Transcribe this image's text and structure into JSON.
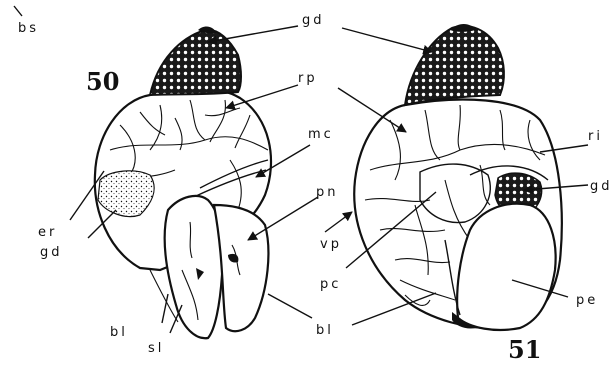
{
  "figure": {
    "numbers": {
      "left": "50",
      "right": "51"
    },
    "labels": {
      "bs": "bs",
      "gd_top": "gd",
      "rp": "rp",
      "mc": "mc",
      "er": "er",
      "gd_left": "gd",
      "pn": "pn",
      "vp": "vp",
      "bl_left": "bl",
      "sl": "sl",
      "bl_mid": "bl",
      "ri": "ri",
      "gd_right": "gd",
      "pc": "pc",
      "pe": "pe"
    }
  }
}
